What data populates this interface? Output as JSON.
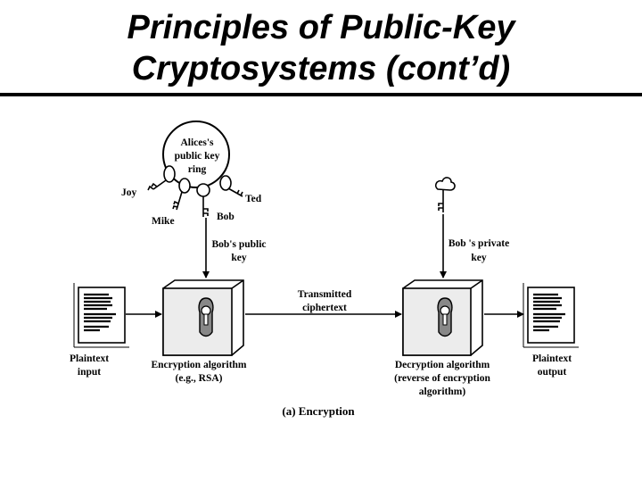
{
  "slide": {
    "title_line1": "Principles of Public-Key",
    "title_line2": "Cryptosystems (cont’d)"
  },
  "diagram": {
    "key_ring": {
      "line1": "Alices's",
      "line2": "public key",
      "line3": "ring"
    },
    "key_owners": {
      "joy": "Joy",
      "mike": "Mike",
      "bob": "Bob",
      "ted": "Ted"
    },
    "bob_public_key": {
      "line1": "Bob's public",
      "line2": "key"
    },
    "bob_private_key": {
      "line1": "Bob 's private",
      "line2": "key"
    },
    "transmitted": {
      "line1": "Transmitted",
      "line2": "ciphertext"
    },
    "plaintext_input": {
      "line1": "Plaintext",
      "line2": "input"
    },
    "plaintext_output": {
      "line1": "Plaintext",
      "line2": "output"
    },
    "encryption_algorithm": {
      "line1": "Encryption algorithm",
      "line2": "(e.g., RSA)"
    },
    "decryption_algorithm": {
      "line1": "Decryption algorithm",
      "line2": "(reverse of encryption",
      "line3": "algorithm)"
    },
    "caption": "(a) Encryption"
  }
}
